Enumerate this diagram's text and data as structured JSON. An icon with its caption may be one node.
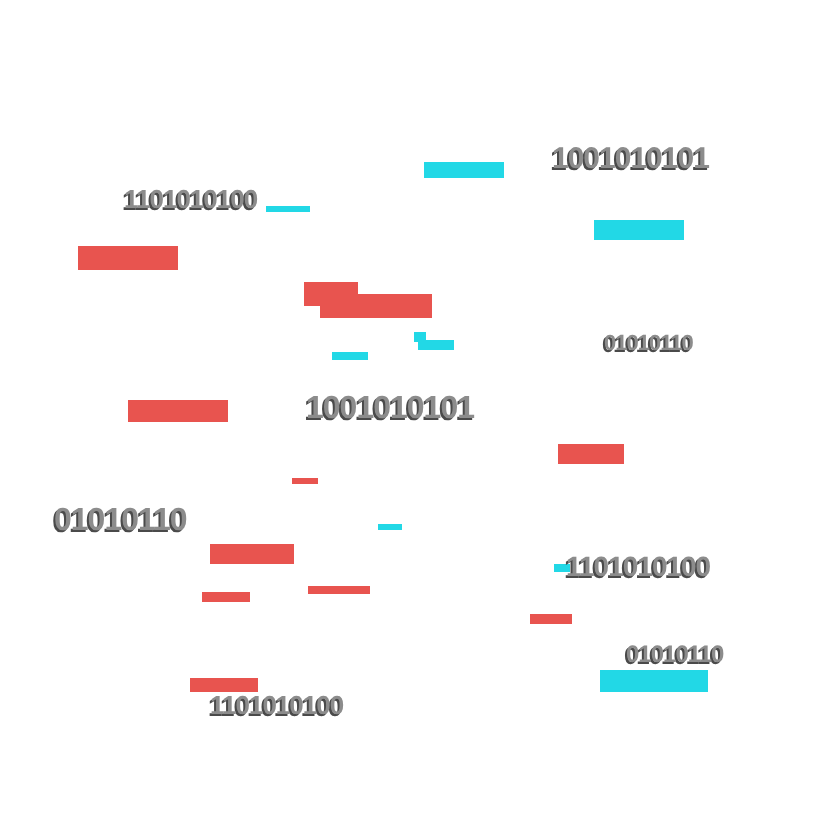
{
  "diagram": {
    "labels": [
      "1001010101",
      "1101010100",
      "01010110",
      "1001010101",
      "01010110",
      "1101010100",
      "01010110",
      "1101010100"
    ]
  }
}
